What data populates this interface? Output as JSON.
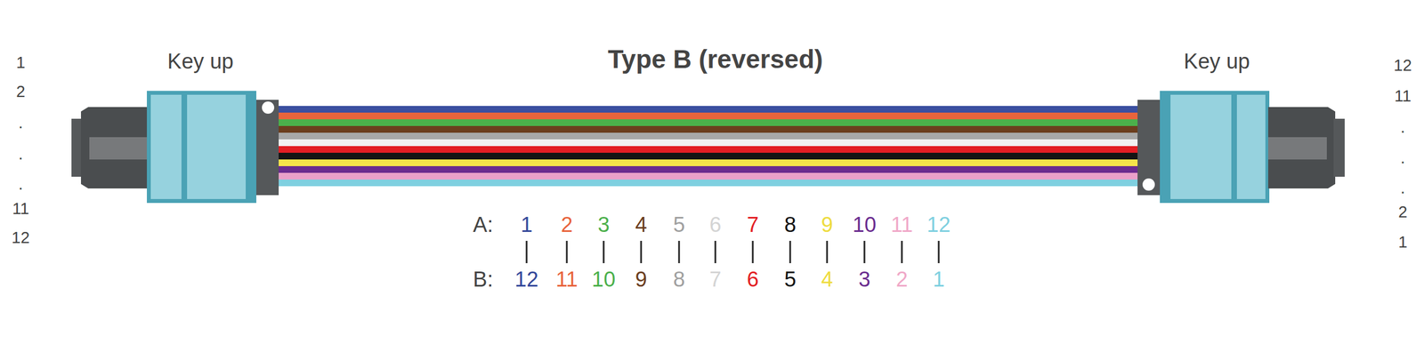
{
  "diagram": {
    "title": "Type B (reversed)",
    "labels": [
      "Key up",
      "Key up",
      "1",
      "2",
      ".",
      ".",
      ".",
      "11",
      "12",
      "12",
      "11",
      ".",
      ".",
      ".",
      "2",
      "1",
      "A:",
      "1",
      "2",
      "3",
      "4",
      "5",
      "6",
      "7",
      "8",
      "9",
      "10",
      "11",
      "12",
      "B:",
      "12",
      "11",
      "10",
      "9",
      "8",
      "7",
      "6",
      "5",
      "4",
      "3",
      "2",
      "1"
    ]
  }
}
